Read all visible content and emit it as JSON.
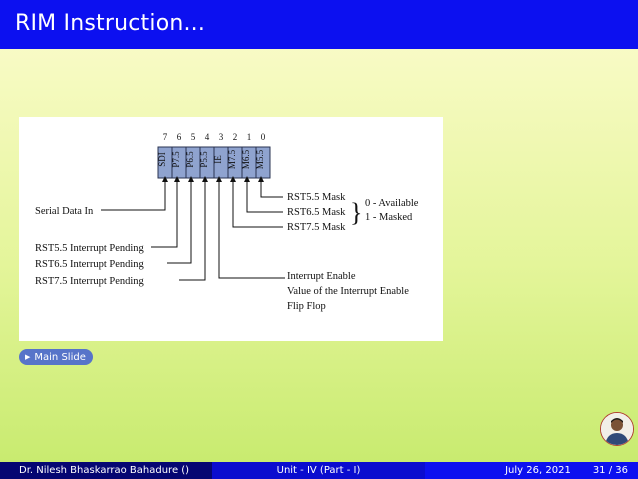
{
  "slide": {
    "title": "RIM Instruction..."
  },
  "diagram": {
    "bit_numbers": [
      "7",
      "6",
      "5",
      "4",
      "3",
      "2",
      "1",
      "0"
    ],
    "bit_fields": [
      "SDI",
      "P7.5",
      "P6.5",
      "P5.5",
      "IE",
      "M7.5",
      "M6.5",
      "M5.5"
    ],
    "left_labels": {
      "serial": "Serial Data In",
      "p55": "RST5.5 Interrupt Pending",
      "p65": "RST6.5 Interrupt Pending",
      "p75": "RST7.5 Interrupt Pending"
    },
    "right_labels": {
      "m55": "RST5.5 Mask",
      "m65": "RST6.5 Mask",
      "m75": "RST7.5 Mask",
      "available": "0 - Available",
      "masked": "1 - Masked",
      "ie_line1": "Interrupt Enable",
      "ie_line2": "Value of the Interrupt Enable",
      "ie_line3": "Flip Flop"
    },
    "colors": {
      "register_fill": "#8fa3cf",
      "register_stroke": "#2a3350"
    }
  },
  "nav": {
    "main_slide_label": "Main Slide"
  },
  "footer": {
    "author": "Dr. Nilesh Bhaskarrao Bahadure ()",
    "unit": "Unit - IV (Part - I)",
    "date": "July 26, 2021",
    "page": "31 / 36"
  },
  "colors": {
    "title_bar": "#0c10f0",
    "footer_dark": "#050672",
    "footer_mid": "#0a0ccf",
    "button": "#5774c9"
  }
}
